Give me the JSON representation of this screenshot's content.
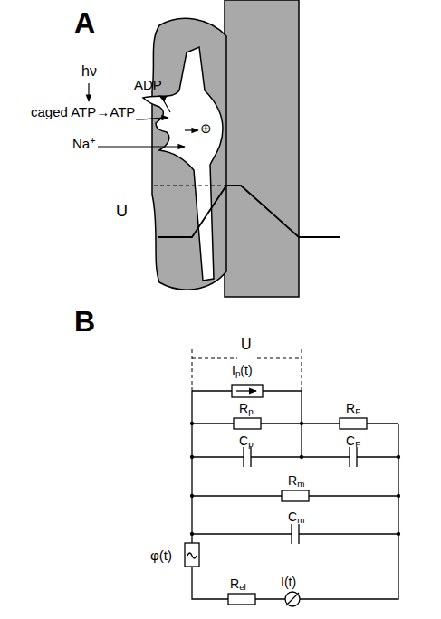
{
  "diagram": {
    "labels": [
      "A",
      "hν",
      "caged ATP→ATP",
      "ADP",
      "Na+",
      "⊕",
      "U",
      "B",
      "U",
      "Ip(t)",
      "Rp",
      "RF",
      "Cp",
      "CF",
      "Rm",
      "Cm",
      "φ(t)",
      "Rel",
      "I(t)"
    ]
  }
}
